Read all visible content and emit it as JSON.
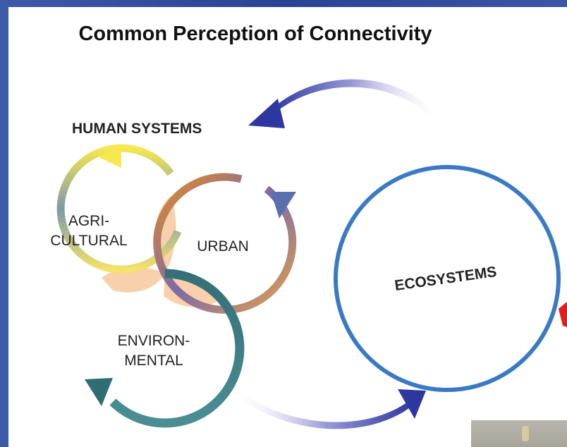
{
  "title": "Common Perception of Connectivity",
  "labels": {
    "human_systems": "HUMAN SYSTEMS",
    "agri_1": "AGRI-",
    "agri_2": "CULTURAL",
    "urban": "URBAN",
    "env_1": "ENVIRON-",
    "env_2": "MENTAL",
    "ecosystems": "ECOSYSTEMS"
  },
  "colors": {
    "ecosystem_circle": "#3a7ac4",
    "agricultural": "#f2e05a",
    "urban": "#e08a2e",
    "environmental": "#3d7c80",
    "arrow": "#3a3fa0",
    "overlap": "#f8cba3",
    "red_marker": "#e81b1b"
  }
}
